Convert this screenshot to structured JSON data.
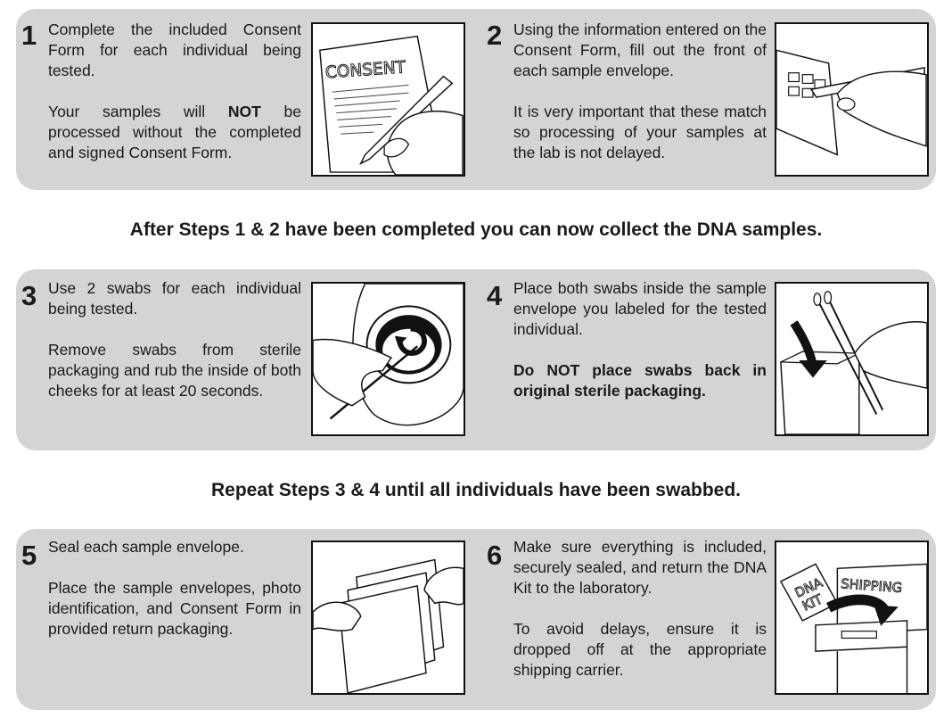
{
  "steps": [
    {
      "number": "1",
      "para1": "Complete the included Consent Form for each individual being tested.",
      "para2_pre": "Your samples will ",
      "para2_bold": "NOT",
      "para2_post": " be processed without the completed and signed Consent Form.",
      "image_label": "CONSENT"
    },
    {
      "number": "2",
      "para1": "Using the information entered on the Consent Form, fill out the front of each sample envelope.",
      "para2": "It is very important that these match so processing of your samples at the lab is not delayed."
    },
    {
      "number": "3",
      "para1": "Use 2 swabs for each individual being tested.",
      "para2": "Remove swabs from sterile packaging and rub the inside of both cheeks for at least 20 seconds."
    },
    {
      "number": "4",
      "para1": "Place both swabs inside the sample envelope you labeled for the tested individual.",
      "para2_bold": "Do NOT place swabs back in original sterile packaging."
    },
    {
      "number": "5",
      "para1": "Seal each sample envelope.",
      "para2": "Place the sample envelopes, photo identification, and Consent Form in provided return packaging."
    },
    {
      "number": "6",
      "para1": "Make sure everything is included, securely sealed, and return the DNA Kit to the laboratory.",
      "para2": "To avoid delays, ensure it is dropped off at the appropriate shipping carrier.",
      "image_label_kit_1": "DNA",
      "image_label_kit_2": "KIT",
      "image_label_box": "SHIPPING"
    }
  ],
  "banners": {
    "after_1_2": "After Steps 1 & 2 have been completed you can now collect the DNA samples.",
    "after_3_4": "Repeat Steps 3 & 4 until all individuals have been swabbed."
  }
}
